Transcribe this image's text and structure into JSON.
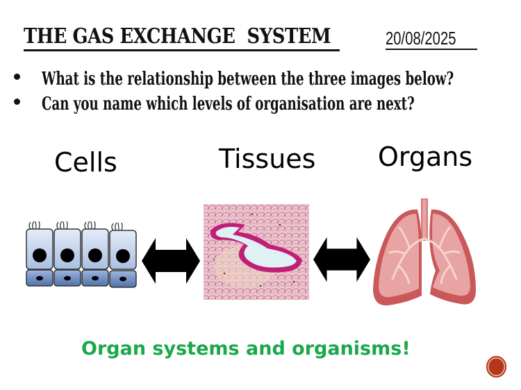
{
  "slide": {
    "title": "THE GAS EXCHANGE  SYSTEM",
    "date": "20/08/2025",
    "bullets": [
      "What is the relationship between the three images below?",
      "Can you name which levels of organisation are next?"
    ],
    "labels": {
      "cells": "Cells",
      "tissues": "Tissues",
      "organs": "Organs"
    },
    "images": {
      "cells": "epithelial-cells-illustration",
      "tissue": "tissue-micrograph",
      "organ": "lungs-illustration"
    },
    "arrows": [
      "double-arrow",
      "double-arrow"
    ],
    "answer": "Organ systems and organisms!",
    "colors": {
      "answer": "#1aa84a",
      "nav_button": "#b4361b",
      "cell_fill": "#c6d6ef",
      "lung_fill": "#e8a3a3"
    }
  }
}
